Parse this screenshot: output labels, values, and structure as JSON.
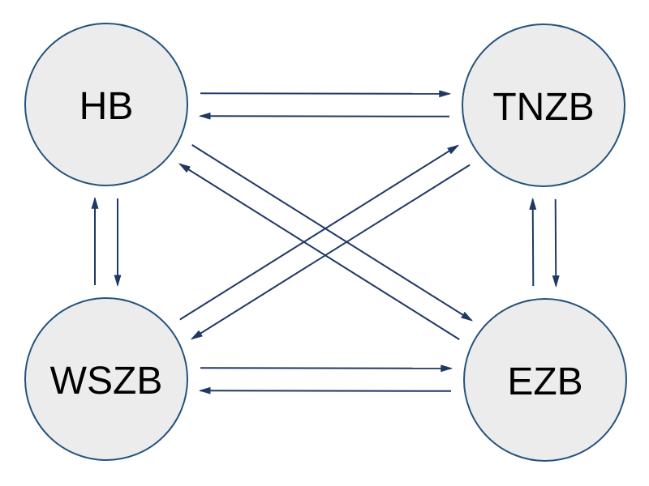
{
  "diagram": {
    "background_color": "#ffffff",
    "node_fill_color": "#ececec",
    "node_stroke_color": "#24527d",
    "edge_color": "#1f3864",
    "label_color": "#000000",
    "nodes": [
      {
        "id": "HB",
        "label": "HB"
      },
      {
        "id": "TNZB",
        "label": "TNZB"
      },
      {
        "id": "WSZB",
        "label": "WSZB"
      },
      {
        "id": "EZB",
        "label": "EZB"
      }
    ],
    "edges": [
      {
        "from": "HB",
        "to": "TNZB"
      },
      {
        "from": "TNZB",
        "to": "HB"
      },
      {
        "from": "HB",
        "to": "WSZB"
      },
      {
        "from": "WSZB",
        "to": "HB"
      },
      {
        "from": "TNZB",
        "to": "EZB"
      },
      {
        "from": "EZB",
        "to": "TNZB"
      },
      {
        "from": "WSZB",
        "to": "EZB"
      },
      {
        "from": "EZB",
        "to": "WSZB"
      },
      {
        "from": "HB",
        "to": "EZB"
      },
      {
        "from": "EZB",
        "to": "HB"
      },
      {
        "from": "WSZB",
        "to": "TNZB"
      },
      {
        "from": "TNZB",
        "to": "WSZB"
      }
    ]
  }
}
